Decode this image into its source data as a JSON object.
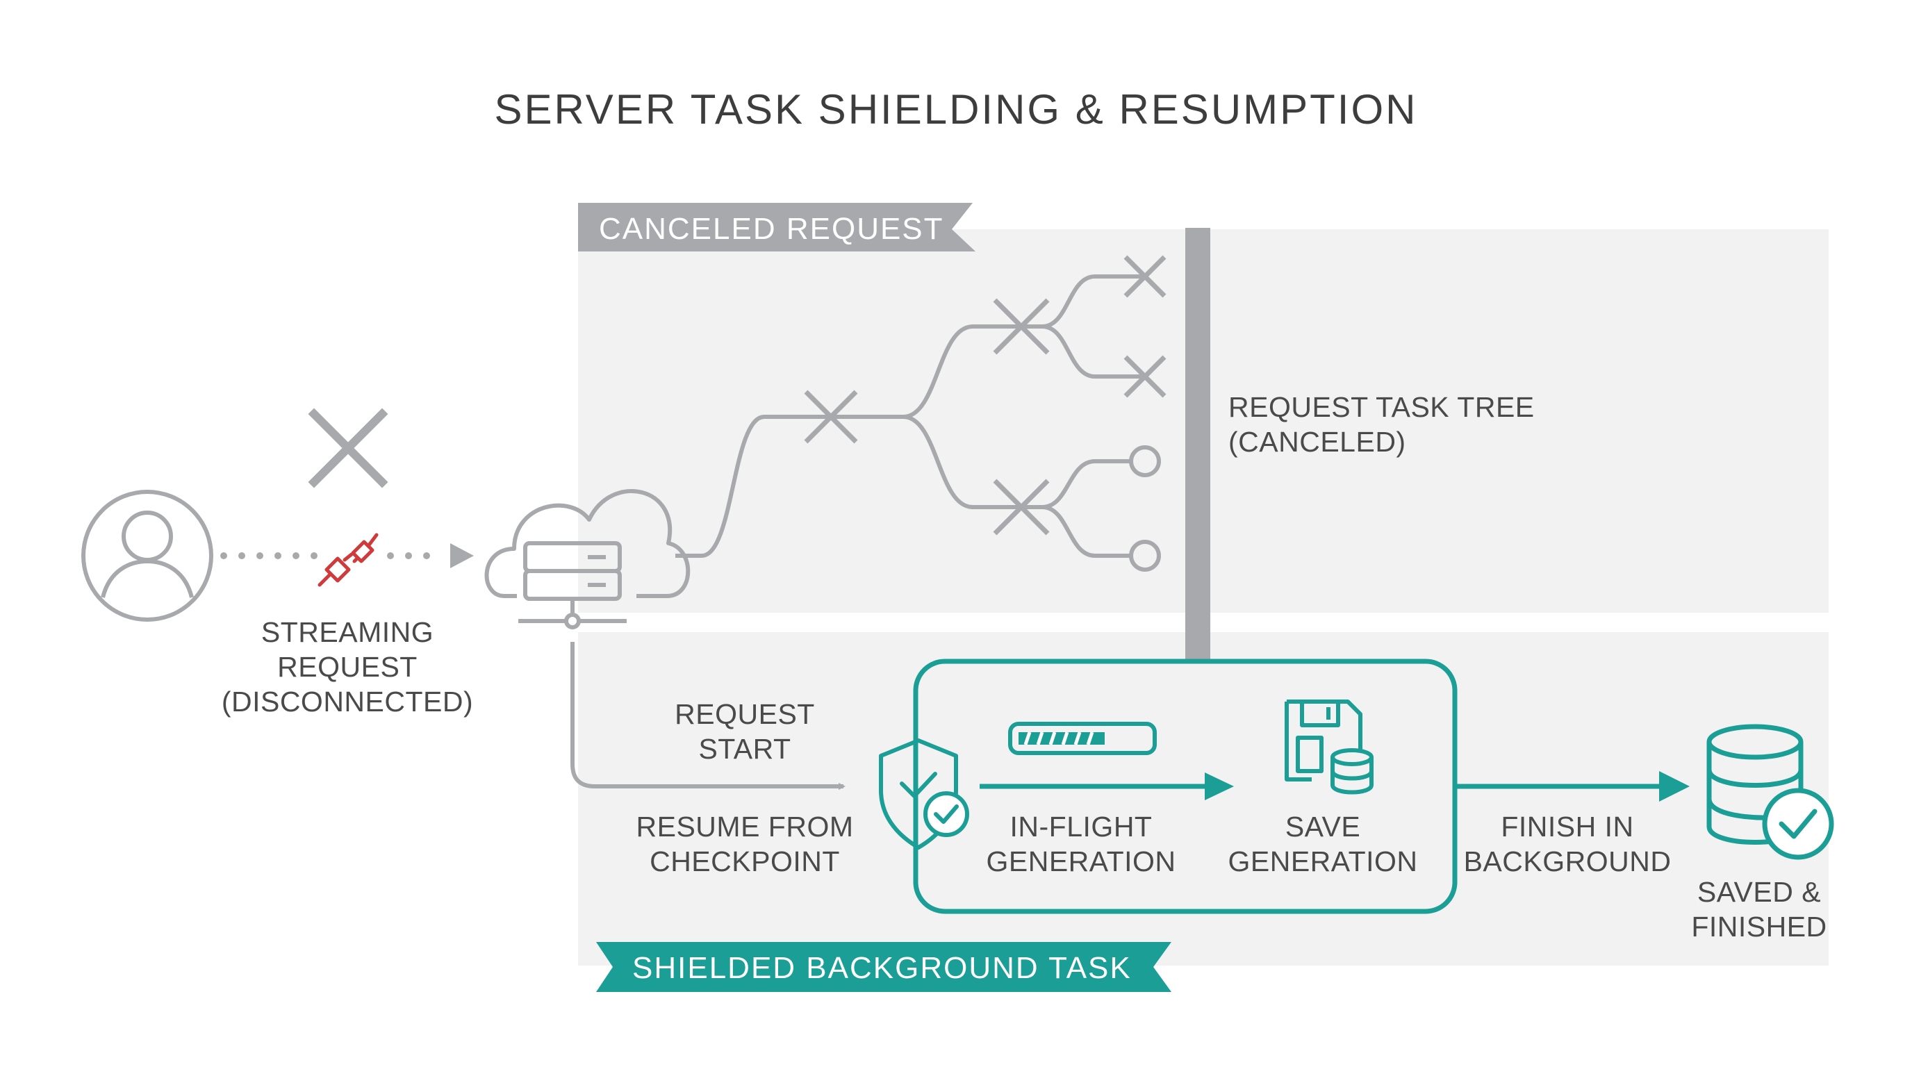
{
  "title": "SERVER TASK SHIELDING & RESUMPTION",
  "colors": {
    "teal": "#1a9e96",
    "gray_line": "#a8a9ac",
    "panel": "#f2f2f2",
    "alert_red": "#cf3a3a",
    "text": "#4a4a4a"
  },
  "icons": [
    "user-icon",
    "disconnected-plug-icon",
    "cancel-x-icon",
    "cloud-server-icon",
    "shield-check-icon",
    "progress-bar-icon",
    "save-database-icon",
    "database-check-icon"
  ],
  "banners": {
    "canceled": "CANCELED REQUEST",
    "shielded": "SHIELDED BACKGROUND TASK"
  },
  "labels": {
    "streaming": [
      "STREAMING",
      "REQUEST",
      "(DISCONNECTED)"
    ],
    "task_tree": [
      "REQUEST TASK TREE",
      "(CANCELED)"
    ],
    "request_start": [
      "REQUEST",
      "START"
    ],
    "resume": [
      "RESUME FROM",
      "CHECKPOINT"
    ],
    "in_flight": [
      "IN-FLIGHT",
      "GENERATION"
    ],
    "save": [
      "SAVE",
      "GENERATION"
    ],
    "finish": [
      "FINISH IN",
      "BACKGROUND"
    ],
    "saved": [
      "SAVED &",
      "FINISHED"
    ]
  }
}
